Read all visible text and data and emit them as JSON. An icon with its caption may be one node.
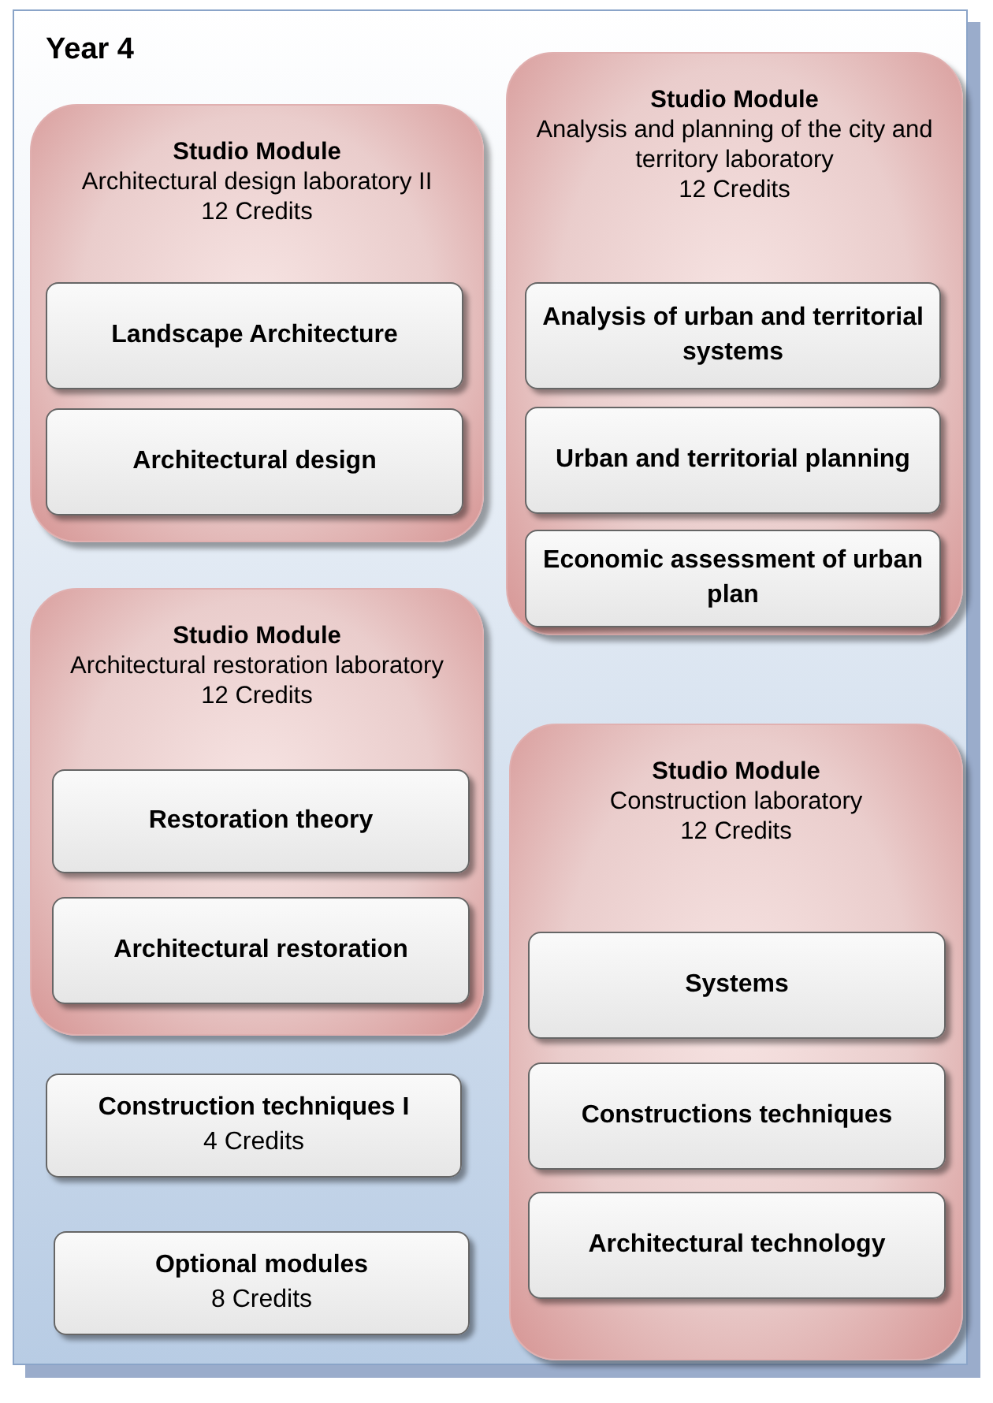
{
  "diagram": {
    "nodes": [
      {
        "text": [
          "Year 4"
        ]
      },
      {
        "text": [
          "Studio Module",
          "Architectural design laboratory II",
          "12 Credits"
        ],
        "in": 0
      },
      {
        "text": [
          "Landscape Architecture"
        ],
        "in": 1
      },
      {
        "text": [
          "Architectural design"
        ],
        "in": 1
      },
      {
        "text": [
          "Studio Module",
          "Analysis and planning of the city and territory laboratory",
          "12 Credits"
        ],
        "in": 0
      },
      {
        "text": [
          "Analysis of urban and territorial systems"
        ],
        "in": 4
      },
      {
        "text": [
          "Urban and territorial planning"
        ],
        "in": 4
      },
      {
        "text": [
          "Economic assessment of urban plan"
        ],
        "in": 4
      },
      {
        "text": [
          "Studio Module",
          "Architectural restoration laboratory",
          "12 Credits"
        ],
        "in": 0
      },
      {
        "text": [
          "Restoration theory"
        ],
        "in": 8
      },
      {
        "text": [
          "Architectural restoration"
        ],
        "in": 8
      },
      {
        "text": [
          "Studio Module",
          "Construction laboratory",
          "12 Credits"
        ],
        "in": 0
      },
      {
        "text": [
          "Systems"
        ],
        "in": 11
      },
      {
        "text": [
          "Constructions techniques"
        ],
        "in": 11
      },
      {
        "text": [
          "Architectural technology"
        ],
        "in": 11
      },
      {
        "text": [
          "Construction techniques I",
          "4 Credits"
        ],
        "in": 0
      },
      {
        "text": [
          "Optional modules",
          "8 Credits"
        ],
        "in": 0
      }
    ]
  }
}
